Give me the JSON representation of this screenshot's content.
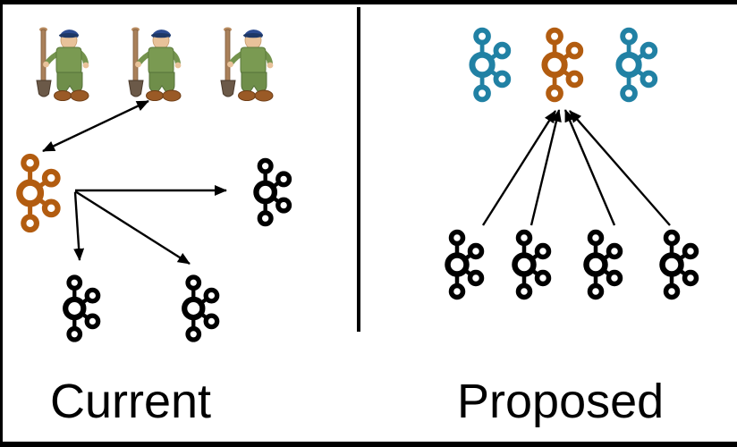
{
  "colors": {
    "kafka_blue": "#2181a4",
    "kafka_orange": "#b25c10",
    "kafka_black": "#000000",
    "arrow_black": "#000000",
    "divider_black": "#000000",
    "background": "#ffffff"
  },
  "panels": {
    "current": {
      "label": "Current",
      "workers": {
        "count": 3,
        "icon": "worker-with-shovel-icon"
      },
      "nodes": [
        {
          "name": "kafka-cluster-managed",
          "color": "kafka_orange"
        },
        {
          "name": "kafka-cluster-right",
          "color": "kafka_black"
        },
        {
          "name": "kafka-cluster-bottom-left",
          "color": "kafka_black"
        },
        {
          "name": "kafka-cluster-bottom-middle",
          "color": "kafka_black"
        }
      ],
      "arrows": [
        {
          "from": "workers",
          "to": "kafka-cluster-managed",
          "type": "bidirectional"
        },
        {
          "from": "kafka-cluster-managed",
          "to": "kafka-cluster-right",
          "type": "single"
        },
        {
          "from": "kafka-cluster-managed",
          "to": "kafka-cluster-bottom-left",
          "type": "single"
        },
        {
          "from": "kafka-cluster-managed",
          "to": "kafka-cluster-bottom-middle",
          "type": "single"
        }
      ]
    },
    "proposed": {
      "label": "Proposed",
      "top_nodes": [
        {
          "name": "kafka-control-blue-1",
          "color": "kafka_blue"
        },
        {
          "name": "kafka-control-orange",
          "color": "kafka_orange"
        },
        {
          "name": "kafka-control-blue-2",
          "color": "kafka_blue"
        }
      ],
      "bottom_nodes": [
        {
          "name": "kafka-cluster-1",
          "color": "kafka_black"
        },
        {
          "name": "kafka-cluster-2",
          "color": "kafka_black"
        },
        {
          "name": "kafka-cluster-3",
          "color": "kafka_black"
        },
        {
          "name": "kafka-cluster-4",
          "color": "kafka_black"
        }
      ],
      "arrows": [
        {
          "from": "kafka-cluster-1",
          "to": "kafka-control-orange",
          "type": "single"
        },
        {
          "from": "kafka-cluster-2",
          "to": "kafka-control-orange",
          "type": "single"
        },
        {
          "from": "kafka-cluster-3",
          "to": "kafka-control-orange",
          "type": "single"
        },
        {
          "from": "kafka-cluster-4",
          "to": "kafka-control-orange",
          "type": "single"
        }
      ]
    }
  }
}
